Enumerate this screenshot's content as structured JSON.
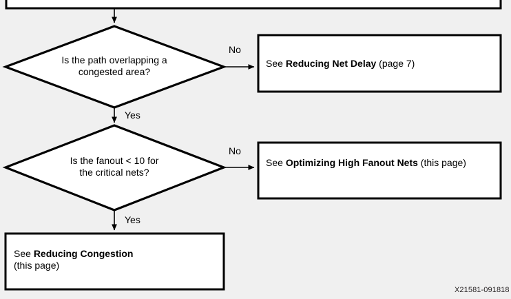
{
  "figure": {
    "id_label": "X21581-091818",
    "background_color": "#f0f0f0",
    "stroke_color": "#000000",
    "node_fill": "#ffffff"
  },
  "nodes": {
    "top_partial_box": {
      "type": "process-box-partial",
      "text": ""
    },
    "decision_congestion": {
      "type": "decision-diamond",
      "text": "Is the path overlapping a\ncongested area?"
    },
    "decision_fanout": {
      "type": "decision-diamond",
      "text": "Is the fanout < 10 for\nthe critical nets?"
    },
    "action_net_delay": {
      "type": "process-box",
      "prefix": "See ",
      "bold": "Reducing Net Delay",
      "suffix": " (page 7)"
    },
    "action_high_fanout": {
      "type": "process-box",
      "prefix": "See ",
      "bold": "Optimizing High Fanout Nets",
      "suffix": " (this page)"
    },
    "action_reducing_congestion": {
      "type": "process-box",
      "prefix": "See ",
      "bold": "Reducing Congestion",
      "suffix": "\n(this page)"
    }
  },
  "edges": [
    {
      "from": "top_partial_box",
      "to": "decision_congestion",
      "label": ""
    },
    {
      "from": "decision_congestion",
      "to": "action_net_delay",
      "label": "No"
    },
    {
      "from": "decision_congestion",
      "to": "decision_fanout",
      "label": "Yes"
    },
    {
      "from": "decision_fanout",
      "to": "action_high_fanout",
      "label": "No"
    },
    {
      "from": "decision_fanout",
      "to": "action_reducing_congestion",
      "label": "Yes"
    }
  ],
  "edge_labels": {
    "no_1": "No",
    "yes_1": "Yes",
    "no_2": "No",
    "yes_2": "Yes"
  }
}
